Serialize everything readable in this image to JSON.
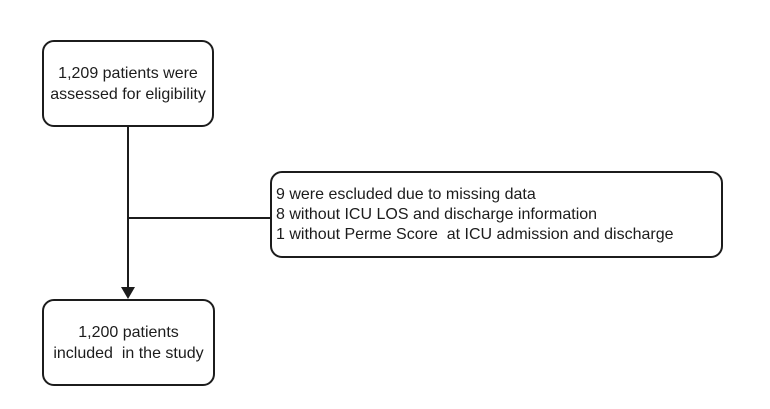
{
  "diagram": {
    "type": "flowchart",
    "description": "patient eligibility flow diagram",
    "colors": {
      "line": "#1c1c1c",
      "text": "#1c1c1c",
      "background": "#ffffff"
    },
    "boxes": {
      "assessed": {
        "lines": [
          "1,209 patients were",
          "assessed for eligibility"
        ]
      },
      "excluded": {
        "lines": [
          "9 were escluded due to missing data",
          "8 without ICU LOS and discharge information",
          "1 without Perme Score  at ICU admission and discharge"
        ]
      },
      "included": {
        "lines": [
          "1,200 patients",
          "included  in the study"
        ]
      }
    },
    "connectors": [
      {
        "name": "vertical-arrow",
        "from": "assessed",
        "to": "included",
        "arrow": true
      },
      {
        "name": "horizontal-branch",
        "from": "vertical-arrow",
        "to": "excluded",
        "arrow": false
      }
    ]
  }
}
